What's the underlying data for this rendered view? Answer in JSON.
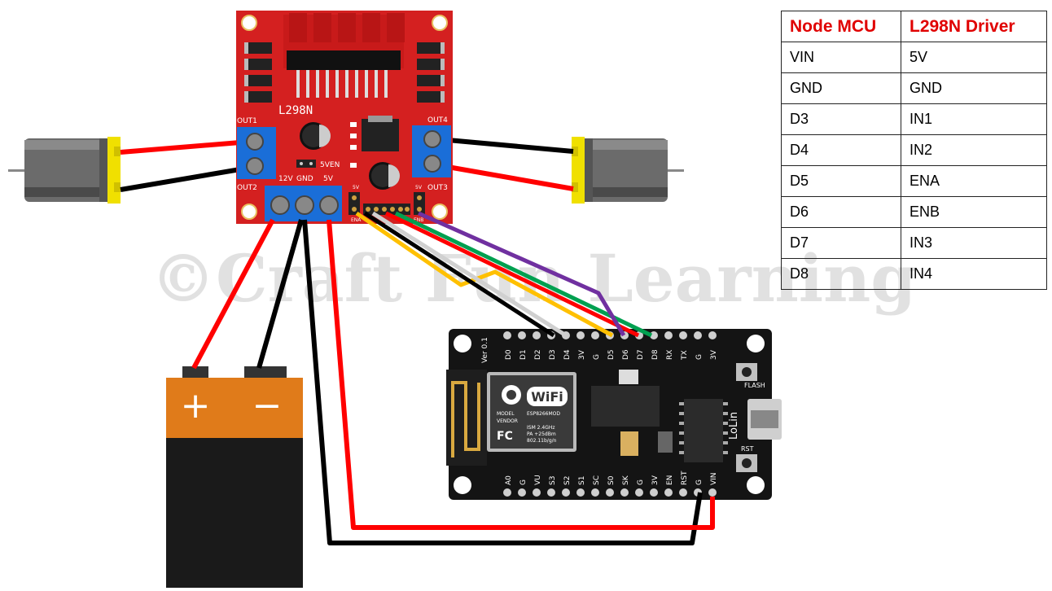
{
  "watermark": "©Craft Fun Learning",
  "driver": {
    "model": "L298N",
    "labels": {
      "out1": "OUT1",
      "out2": "OUT2",
      "out3": "OUT3",
      "out4": "OUT4",
      "v12": "12V",
      "gnd": "GND",
      "v5": "5V",
      "en5v": "5VEN",
      "ena": "ENA",
      "enb": "ENB",
      "pin5v_a": "5V",
      "pin5v_b": "5V"
    }
  },
  "battery": {
    "plus": "+",
    "minus": "−"
  },
  "nodemcu": {
    "board_version": "Ver 0.1",
    "top_pins": [
      "D0",
      "D1",
      "D2",
      "D3",
      "D4",
      "3V",
      "G",
      "D5",
      "D6",
      "D7",
      "D8",
      "RX",
      "TX",
      "G",
      "3V"
    ],
    "bottom_pins": [
      "A0",
      "G",
      "VU",
      "S3",
      "S2",
      "S1",
      "SC",
      "S0",
      "SK",
      "G",
      "3V",
      "EN",
      "RST",
      "G",
      "VIN"
    ],
    "wifi": "WiFi",
    "module": [
      "MODEL",
      "VENDOR",
      "ESP8266MOD",
      "ISM 2.4GHz",
      "PA +25dBm",
      "802.11b/g/n"
    ],
    "fc": "FC",
    "flash": "FLASH",
    "rst": "RST",
    "lolin": "LoLin"
  },
  "wire_colors": {
    "red": "#ff0000",
    "black": "#000000",
    "yellow": "#ffc000",
    "white": "#d0d0d0",
    "green": "#00a050",
    "purple": "#7030a0"
  },
  "pin_table": {
    "headers": [
      "Node MCU",
      "L298N Driver"
    ],
    "rows": [
      [
        "VIN",
        "5V"
      ],
      [
        "GND",
        "GND"
      ],
      [
        "D3",
        "IN1"
      ],
      [
        "D4",
        "IN2"
      ],
      [
        "D5",
        "ENA"
      ],
      [
        "D6",
        "ENB"
      ],
      [
        "D7",
        "IN3"
      ],
      [
        "D8",
        "IN4"
      ]
    ]
  }
}
